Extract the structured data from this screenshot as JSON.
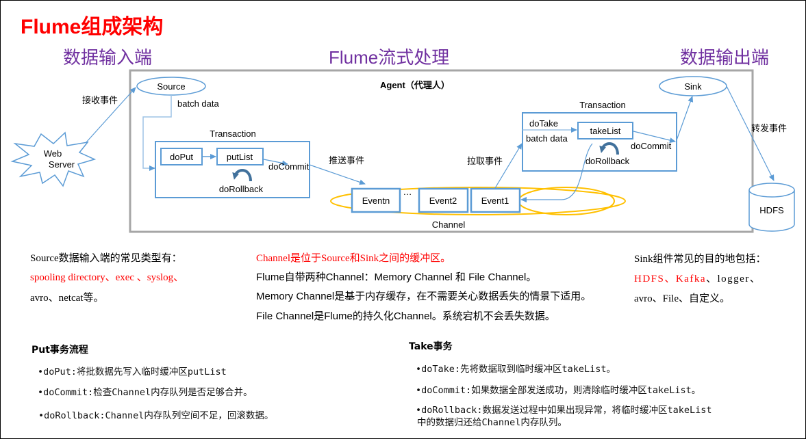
{
  "title": "Flume组成架构",
  "sections": {
    "input": "数据输入端",
    "processing": "Flume流式处理",
    "output": "数据输出端"
  },
  "diagram": {
    "agent_label": "Agent（代理人）",
    "web_server": [
      "Web",
      "Server"
    ],
    "receive_event": "接收事件",
    "source": "Source",
    "source_batch_data": "batch data",
    "put_transaction": {
      "label": "Transaction",
      "do_put": "doPut",
      "put_list": "putList",
      "do_commit": "doCommit",
      "do_rollback": "doRollback"
    },
    "push_event": "推送事件",
    "pull_event": "拉取事件",
    "channel": {
      "label": "Channel",
      "events": [
        "Eventn",
        "…",
        "Event2",
        "Event1"
      ]
    },
    "take_transaction": {
      "label": "Transaction",
      "do_take": "doTake",
      "batch_data": "batch data",
      "take_list": "takeList",
      "do_commit": "doCommit",
      "do_rollback": "doRollback"
    },
    "sink": "Sink",
    "forward_event": "转发事件",
    "hdfs": "HDFS",
    "colors": {
      "blue": "#5b9bd5",
      "yellow": "#ffc000",
      "gray_border": "#a6a6a6",
      "rollback_arrow": "#41719c"
    }
  },
  "notes": {
    "source": {
      "heading": "Source数据输入端的常见类型有：",
      "red_line": "spooling directory、exec 、syslog、",
      "line3": "avro、netcat等。"
    },
    "channel": {
      "red_line": "Channel是位于Source和Sink之间的缓冲区。",
      "line2": "Flume自带两种Channel：Memory Channel 和 File Channel。",
      "line3": "Memory Channel是基于内存缓存，在不需要关心数据丢失的情景下适用。",
      "line4": "File Channel是Flume的持久化Channel。系统宕机不会丢失数据。"
    },
    "sink": {
      "heading": "Sink组件常见的目的地包括：",
      "red_part": "HDFS、Kafka",
      "black_part": "、logger、",
      "line3": "avro、File、自定义。"
    }
  },
  "put_flow": {
    "heading": "Put事务流程",
    "items": [
      "•doPut:将批数据先写入临时缓冲区putList",
      "•doCommit:检查Channel内存队列是否足够合并。",
      "•doRollback:Channel内存队列空间不足，回滚数据。"
    ]
  },
  "take_flow": {
    "heading": "Take事务",
    "items": [
      "•doTake:先将数据取到临时缓冲区takeList。",
      "•doCommit:如果数据全部发送成功，则清除临时缓冲区takeList。",
      "•doRollback:数据发送过程中如果出现异常，将临时缓冲区takeList",
      "中的数据归还给Channel内存队列。"
    ]
  }
}
